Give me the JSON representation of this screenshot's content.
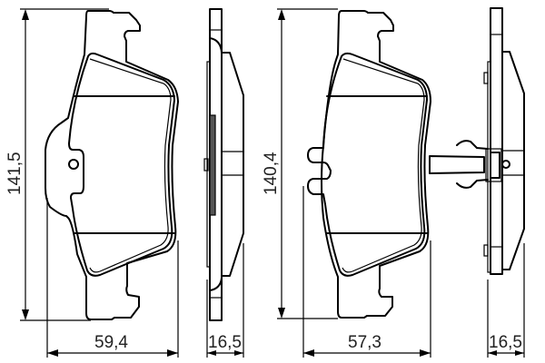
{
  "diagram": {
    "subject": "brake pad set technical drawing",
    "colors": {
      "line": "#000000",
      "text": "#222222",
      "background": "#ffffff"
    },
    "views": [
      {
        "id": "pad-1-front",
        "label": "Brake pad 1 (front view)",
        "dimensions": {
          "height": "141,5",
          "width": "59,4"
        }
      },
      {
        "id": "pad-1-side",
        "label": "Brake pad 1 (side view)",
        "dimensions": {
          "thickness": "16,5"
        }
      },
      {
        "id": "pad-2-front",
        "label": "Brake pad 2 (front view)",
        "dimensions": {
          "height": "140,4",
          "width": "57,3"
        }
      },
      {
        "id": "pad-2-side",
        "label": "Brake pad 2 (side view, with clip)",
        "dimensions": {
          "thickness": "16,5"
        }
      }
    ]
  }
}
